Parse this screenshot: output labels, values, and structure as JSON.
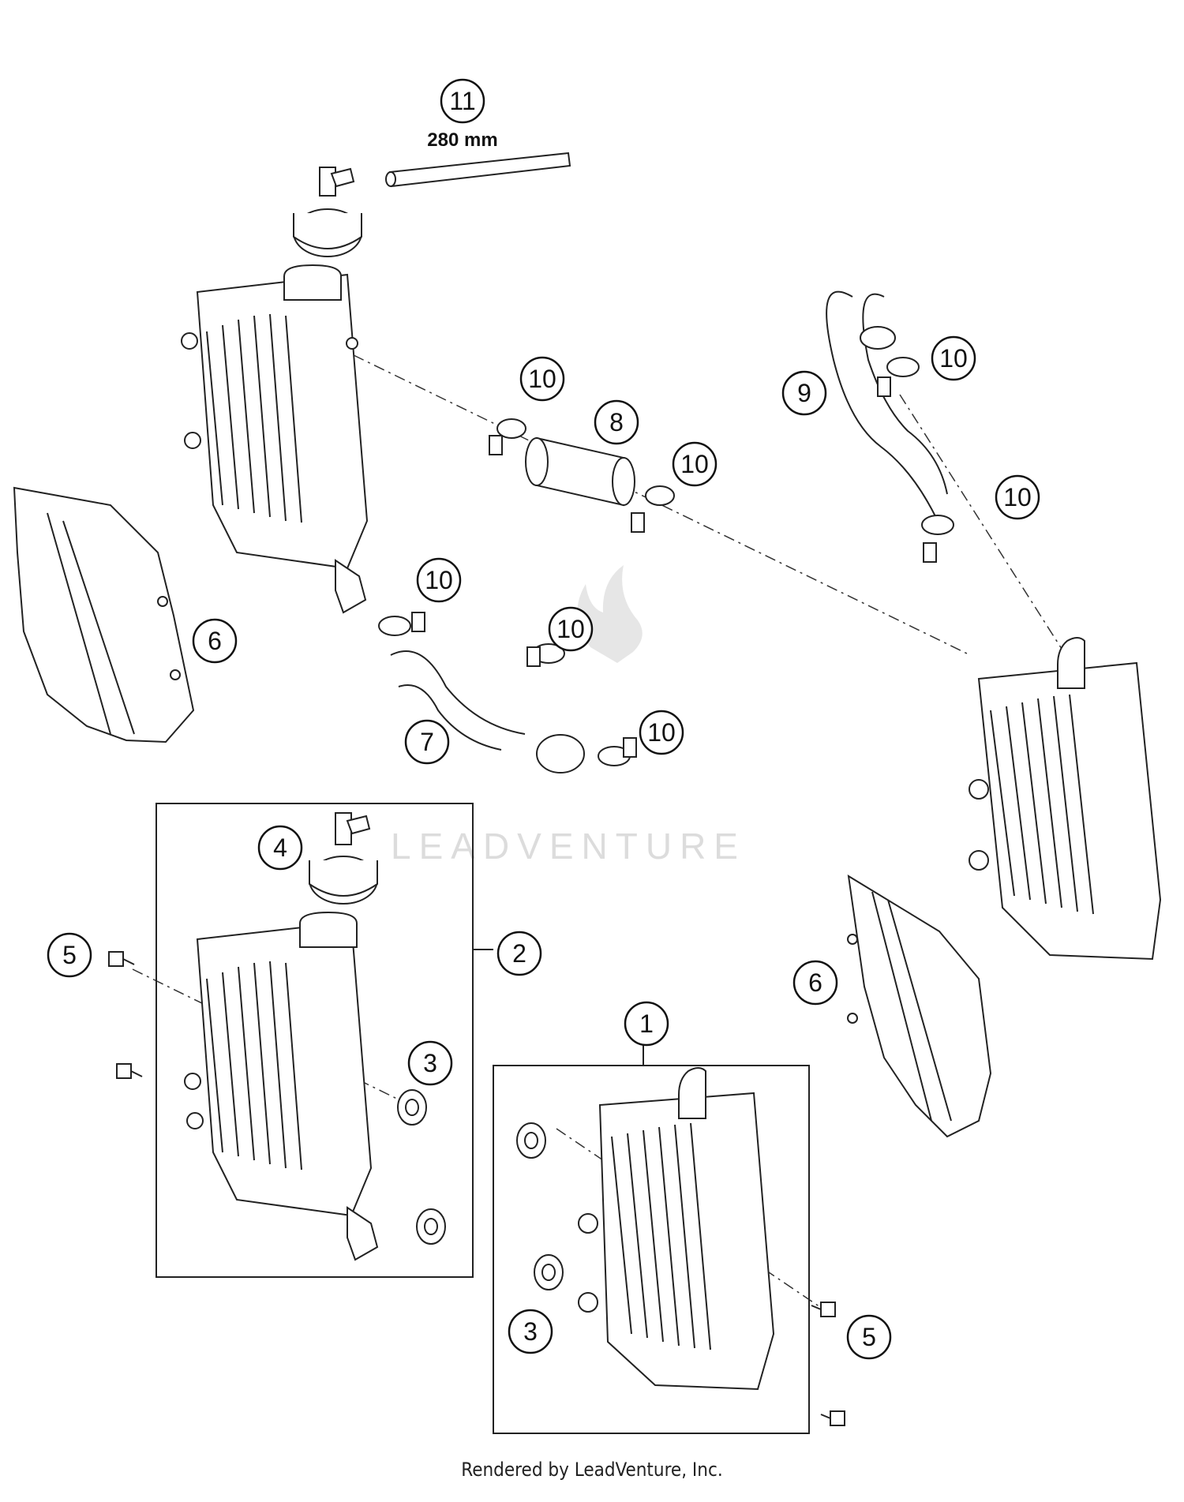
{
  "diagram": {
    "callouts": [
      "1",
      "2",
      "3",
      "3",
      "4",
      "5",
      "5",
      "6",
      "6",
      "7",
      "8",
      "9",
      "10",
      "10",
      "10",
      "10",
      "10",
      "10",
      "10",
      "11"
    ],
    "hose_length_label": "280 mm",
    "watermark": "LEADVENTURE"
  },
  "footer": {
    "text": "Rendered by LeadVenture, Inc."
  }
}
